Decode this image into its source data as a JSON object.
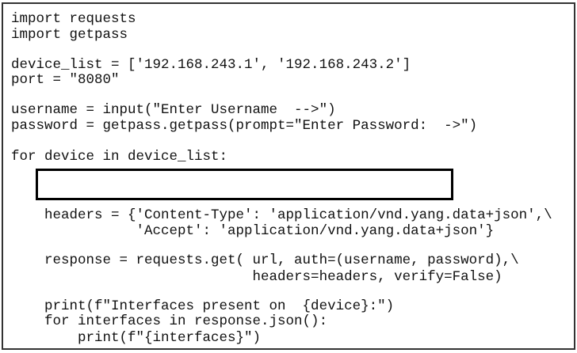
{
  "code_lines": [
    "import requests",
    "import getpass",
    "device_list = ['192.168.243.1', '192.168.243.2']",
    "port = \"8080\"",
    "username = input(\"Enter Username  -->\")",
    "password = getpass.getpass(prompt=\"Enter Password:  ->\")",
    "for device in device_list:",
    "    headers = {'Content-Type': 'application/vnd.yang.data+json',\\",
    "               'Accept': 'application/vnd.yang.data+json'}",
    "    response = requests.get( url, auth=(username, password),\\",
    "                             headers=headers, verify=False)",
    "    print(f\"Interfaces present on  {device}:\")",
    "    for interfaces in response.json():",
    "        print(f\"{interfaces}\")"
  ]
}
